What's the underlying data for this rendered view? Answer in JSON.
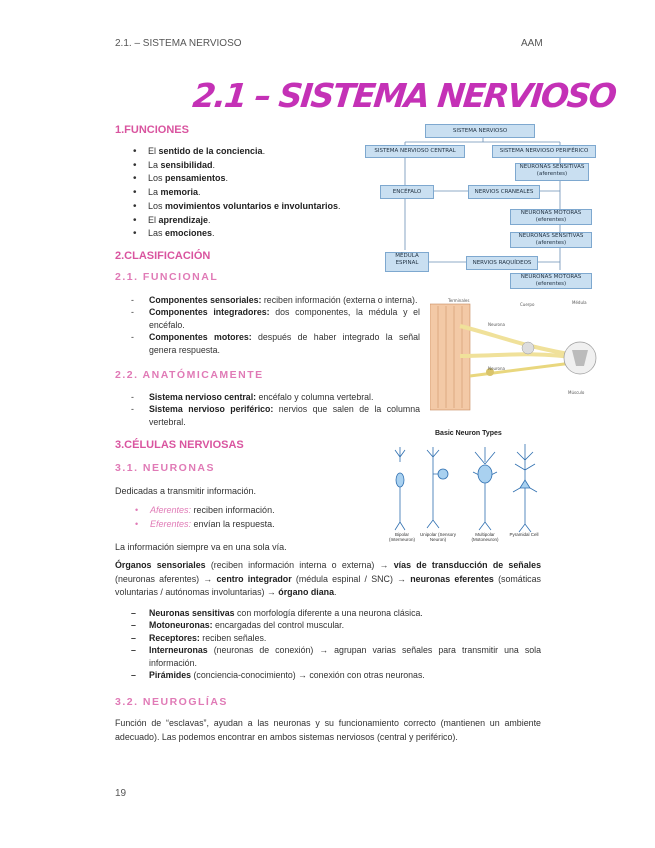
{
  "header": {
    "left": "2.1. – SISTEMA NERVIOSO",
    "right": "AAM"
  },
  "title": "2.1 – SISTEMA NERVIOSO",
  "sec1": {
    "heading": "1.FUNCIONES",
    "items": [
      {
        "pre": "El ",
        "bold": "sentido de la conciencia",
        "post": "."
      },
      {
        "pre": "La ",
        "bold": "sensibilidad",
        "post": "."
      },
      {
        "pre": "Los ",
        "bold": "pensamientos",
        "post": "."
      },
      {
        "pre": "La ",
        "bold": "memoria",
        "post": "."
      },
      {
        "pre": "Los ",
        "bold": "movimientos voluntarios e involuntarios",
        "post": "."
      },
      {
        "pre": "El ",
        "bold": "aprendizaje",
        "post": "."
      },
      {
        "pre": "Las ",
        "bold": "emociones",
        "post": "."
      }
    ]
  },
  "sec2": {
    "heading": "2.CLASIFICACIÓN",
    "sub1": "2.1. FUNCIONAL",
    "sub1_items": [
      {
        "bold": "Componentes sensoriales:",
        "text": " reciben información (externa o interna)."
      },
      {
        "bold": "Componentes integradores:",
        "text": " dos componentes, la médula y el encéfalo."
      },
      {
        "bold": "Componentes motores:",
        "text": " después de haber integrado la señal genera respuesta."
      }
    ],
    "sub2": "2.2. ANATÓMICAMENTE",
    "sub2_items": [
      {
        "bold": "Sistema nervioso central:",
        "text": " encéfalo y columna vertebral."
      },
      {
        "bold": "Sistema nervioso periférico:",
        "text": " nervios que salen de la columna vertebral."
      }
    ]
  },
  "sec3": {
    "heading": "3.CÉLULAS NERVIOSAS",
    "sub1": "3.1. NEURONAS",
    "intro": "Dedicadas a transmitir información.",
    "pink_items": [
      {
        "term": "Aferentes:",
        "text": " reciben información."
      },
      {
        "term": "Eferentes:",
        "text": " envían la respuesta."
      }
    ],
    "note": "La información siempre va en una sola vía.",
    "flow": {
      "b1": "Órganos sensoriales",
      "t1": " (reciben información interna o externa) → ",
      "b2": "vías de transducción de señales",
      "t2": " (neuronas aferentes) → ",
      "b3": "centro integrador",
      "t3": " (médula espinal / SNC) → ",
      "b4": "neuronas eferentes",
      "t4": " (somáticas voluntarias / autónomas involuntarias) → ",
      "b5": "órgano diana",
      "t5": "."
    },
    "types": [
      {
        "bold": "Neuronas sensitivas",
        "text": " con morfología diferente a una neurona clásica."
      },
      {
        "bold": "Motoneuronas:",
        "text": " encargadas del control muscular."
      },
      {
        "bold": "Receptores:",
        "text": " reciben señales."
      },
      {
        "bold": "Interneuronas",
        "text": " (neuronas de conexión) → agrupan varias señales para transmitir una sola información."
      },
      {
        "bold": "Pirámides",
        "text": " (conciencia-conocimiento) → conexión con otras neuronas."
      }
    ],
    "sub2": "3.2. NEUROGLÍAS",
    "glia": "Función de “esclavas”, ayudan a las neuronas y su funcionamiento correcto (mantienen un ambiente adecuado). Las podemos encontrar en ambos sistemas nerviosos (central y periférico)."
  },
  "diagram": {
    "top": "SISTEMA NERVIOSO",
    "snc": "SISTEMA NERVIOSO CENTRAL",
    "snp": "SISTEMA NERVIOSO PERIFÉRICO",
    "encefalo": "ENCÉFALO",
    "craneales": "NERVIOS CRANEALES",
    "medula": "MÉDULA ESPINAL",
    "raquideos": "NERVIOS RAQUÍDEOS",
    "n1": "NEURONAS SENSITIVAS (aferentes)",
    "n2": "NEURONAS MOTORAS (eferentes)",
    "n3": "NEURONAS SENSITIVAS (aferentes)",
    "n4": "NEURONAS MOTORAS (eferentes)"
  },
  "neuron_figure": {
    "title": "Basic Neuron Types",
    "labels": [
      "Bipolar (Interneuron)",
      "Unipolar (Sensory Neuron)",
      "Multipolar (Motoneuron)",
      "Pyramidal Cell"
    ]
  },
  "footer": {
    "page": "19"
  }
}
